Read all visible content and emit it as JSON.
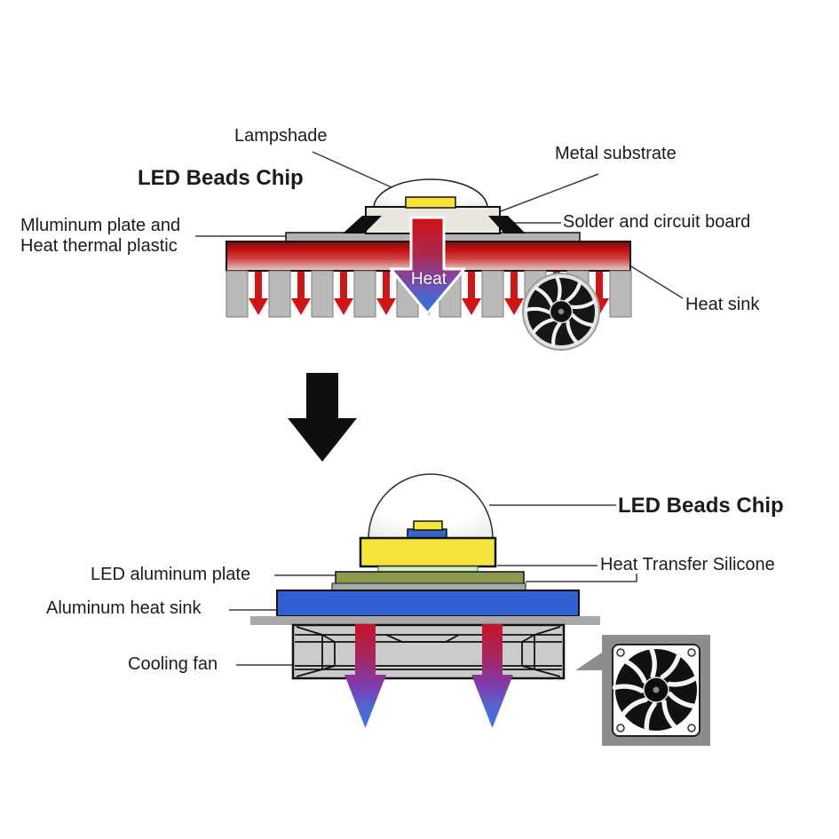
{
  "top_labels": {
    "lampshade": "Lampshade",
    "led_beads_chip": "LED Beads Chip",
    "metal_substrate": "Metal substrate",
    "aluminum_plate_line1": "Mluminum plate and",
    "aluminum_plate_line2": "Heat thermal plastic",
    "solder": "Solder and circuit board",
    "heat_sink": "Heat sink",
    "heat_arrow": "Heat"
  },
  "bottom_labels": {
    "led_beads_chip": "LED Beads Chip",
    "heat_transfer_silicone": "Heat Transfer Silicone",
    "led_aluminum_plate": "LED aluminum plate",
    "aluminum_heat_sink": "Aluminum heat sink",
    "cooling_fan": "Cooling fan"
  },
  "icons": {
    "top_fan": "fan-impeller",
    "callout_fan": "cooling-fan-photo",
    "flow_arrow": "black-down-arrow"
  },
  "colors": {
    "heat_red": "#cf1515",
    "heat_blue": "#3a77e8",
    "bar_red_dark": "#7a0b0b",
    "bar_red_pale": "#e8cfc9",
    "fin_gray": "#b9b9b9",
    "plate_gray": "#b3b3b3",
    "substrate_beige": "#e8e6df",
    "chip_yellow": "#f7e43a",
    "pedestal_blue": "#3464c8",
    "silicone_green": "#cdeebe",
    "olive_green": "#8d9b4e",
    "heatsink_blue": "#2f5fd0",
    "housing_gray": "#cbcbcb",
    "bar_gray": "#a9a9a9",
    "callout_gray": "#8d8d8d",
    "arrow_black": "#0f0f0f",
    "label_color": "#1b1b1b"
  }
}
